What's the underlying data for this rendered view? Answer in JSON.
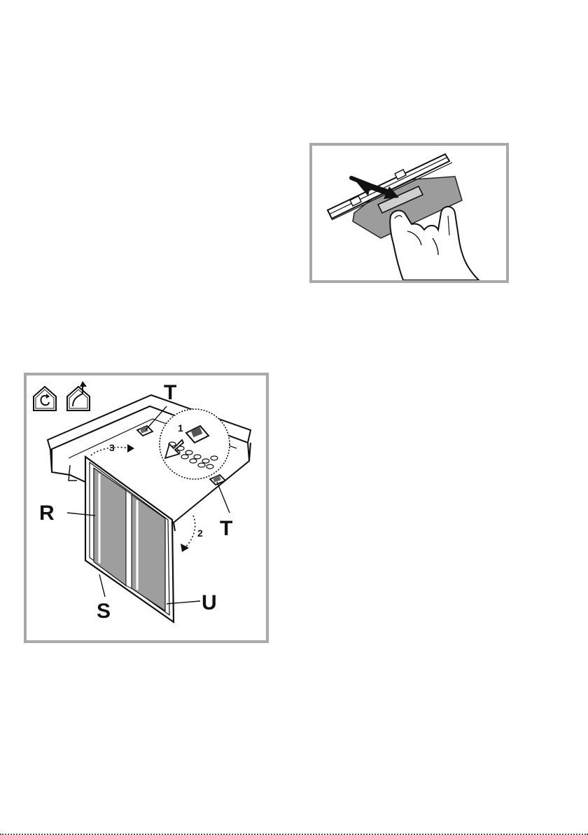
{
  "figures": {
    "slider": {
      "icons": [
        "pointing-hand-icon",
        "slide-arrow-icon"
      ]
    },
    "filter": {
      "mode_icons": [
        "recirculation-mode-icon",
        "extraction-mode-icon"
      ],
      "labels": {
        "t_top": "T",
        "t_right": "T",
        "r": "R",
        "s": "S",
        "u": "U"
      },
      "steps": {
        "one": "1",
        "two": "2",
        "three": "3"
      }
    }
  }
}
